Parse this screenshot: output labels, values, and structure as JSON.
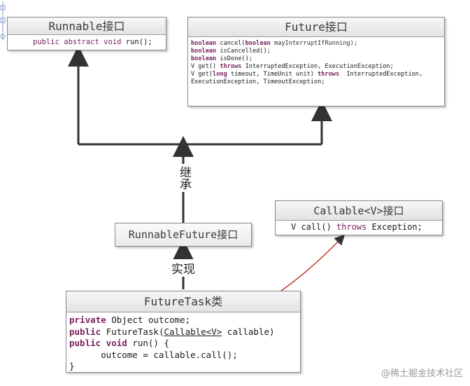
{
  "runnable": {
    "title": "Runnable接口",
    "lines": [
      [
        {
          "t": "public abstract void",
          "k": "kwn"
        },
        {
          "t": " run();",
          "k": ""
        }
      ]
    ]
  },
  "future": {
    "title": "Future接口",
    "lines": [
      [
        {
          "t": "boolean",
          "k": "kw"
        },
        {
          "t": " cancel(",
          "k": ""
        },
        {
          "t": "boolean",
          "k": "kw"
        },
        {
          "t": " mayInterruptIfRunning);",
          "k": "param"
        }
      ],
      [
        {
          "t": "boolean",
          "k": "kw"
        },
        {
          "t": " isCancelled();",
          "k": ""
        }
      ],
      [
        {
          "t": "boolean",
          "k": "kw"
        },
        {
          "t": " isDone();",
          "k": ""
        }
      ],
      [
        {
          "t": "V get() ",
          "k": ""
        },
        {
          "t": "throws",
          "k": "kw"
        },
        {
          "t": " InterruptedException, ExecutionException;",
          "k": ""
        }
      ],
      [
        {
          "t": "V get(",
          "k": ""
        },
        {
          "t": "long",
          "k": "kw"
        },
        {
          "t": " timeout, TimeUnit unit) ",
          "k": ""
        },
        {
          "t": "throws",
          "k": "kw"
        },
        {
          "t": "  InterruptedException,",
          "k": ""
        }
      ],
      [
        {
          "t": "ExecutionException, TimeoutException;",
          "k": ""
        }
      ]
    ]
  },
  "callable": {
    "title": "Callable<V>接口",
    "lines": [
      [
        {
          "t": "V call() ",
          "k": ""
        },
        {
          "t": "throws",
          "k": "kwn"
        },
        {
          "t": " Exception;",
          "k": ""
        }
      ]
    ]
  },
  "runnable_future": {
    "title": "RunnableFuture接口"
  },
  "future_task": {
    "title": "FutureTask类",
    "lines": [
      [
        {
          "t": "private",
          "k": "kw"
        },
        {
          "t": " Object outcome;",
          "k": ""
        }
      ],
      [
        {
          "t": "public",
          "k": "kw"
        },
        {
          "t": " FutureTask(",
          "k": ""
        },
        {
          "t": "Callable<V>",
          "k": "u"
        },
        {
          "t": " callable)",
          "k": ""
        }
      ],
      [
        {
          "t": "public void",
          "k": "kw"
        },
        {
          "t": " run() {",
          "k": ""
        }
      ],
      [
        {
          "t": "      outcome = callable.call();",
          "k": ""
        }
      ],
      [
        {
          "t": "}",
          "k": ""
        }
      ]
    ]
  },
  "labels": {
    "inherit": "继承",
    "implement": "实现"
  },
  "watermark": "@稀土掘金技术社区",
  "colors": {
    "arrow": "#333333",
    "call_arrow": "#c0392b",
    "keyword": "#7a1f5c"
  }
}
